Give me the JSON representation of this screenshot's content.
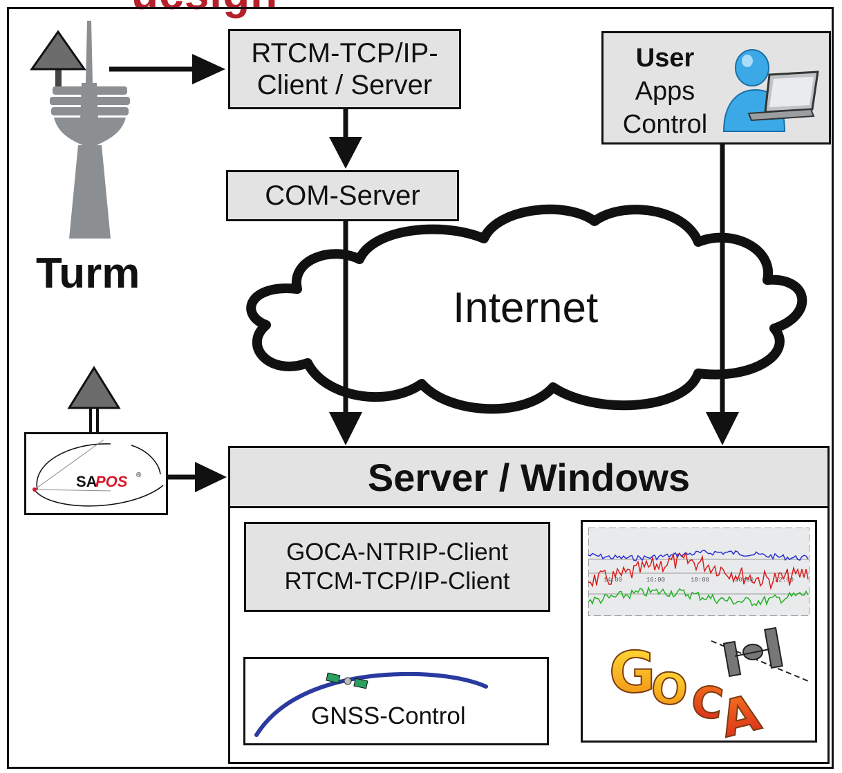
{
  "header_fragment": "ucsign",
  "tower_label": "Turm",
  "rtcm_box": {
    "line1": "RTCM-TCP/IP-",
    "line2": "Client / Server"
  },
  "com_server": "COM-Server",
  "user_box": {
    "title": "User",
    "line1": "Apps",
    "line2": "Control"
  },
  "cloud_label": "Internet",
  "server_box": {
    "title": "Server / Windows"
  },
  "goca_client": {
    "line1": "GOCA-NTRIP-Client",
    "line2": "RTCM-TCP/IP-Client"
  },
  "gnss_control": "GNSS-Control",
  "sapos_logo": {
    "sa": "SA",
    "pos": "POS",
    "reg": "®"
  },
  "goca_logo": {
    "letters": [
      "G",
      "O",
      "C",
      "A"
    ]
  },
  "timeseries_ticks": [
    "14:00",
    "16:00",
    "18:00",
    "20:00",
    "22:00"
  ],
  "colors": {
    "box_gray": "#e3e3e3",
    "tower_gray": "#8c8f92",
    "sapos_red": "#d8182a",
    "series_blue": "#2a2fd0",
    "series_red": "#d81c1c",
    "series_green": "#22b022"
  }
}
